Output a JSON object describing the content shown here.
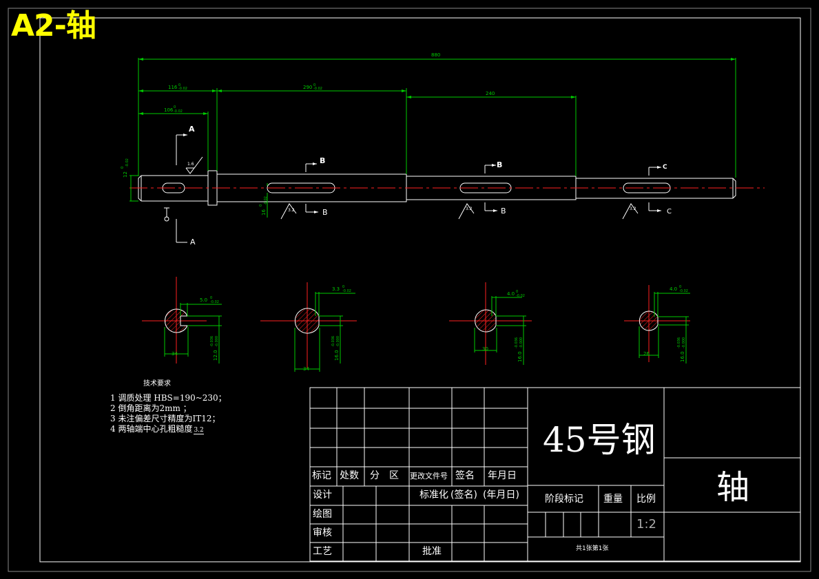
{
  "sheet_title": "A2-轴",
  "dims": {
    "overall": "880",
    "d116": "116",
    "d116_tol": "0",
    "d116_tol2": "-0.02",
    "d290": "290",
    "d290_tol": "0",
    "d290_tol2": "-0.02",
    "d240": "240",
    "d106": "106",
    "d106_tol": "0",
    "d106_tol2": "-0.02",
    "left_dia": "12",
    "left_dia_tol": "0",
    "left_dia_tol2": "-0.02",
    "mid_dia": "16",
    "mid_dia_tol": "0",
    "mid_dia_tol2": "-0.02",
    "rough_16": "1.6"
  },
  "section_labels": {
    "A_top": "A",
    "A_bottom": "A",
    "B1_top": "B",
    "B1_bottom": "B",
    "B2_top": "B",
    "B2_bottom": "B",
    "C_top": "C",
    "C_bottom": "C"
  },
  "roughness": {
    "r1": "3.2",
    "r2": "3.2",
    "r3": "3.2"
  },
  "sections": [
    {
      "width": "5.0",
      "width_tol": "0",
      "width_tol2": "-0.02",
      "depth": "12.0",
      "depth_tol": "-0.036",
      "depth_tol2": "-0.000",
      "dia": "34"
    },
    {
      "width": "3.3",
      "width_tol": "0",
      "width_tol2": "-0.02",
      "depth": "16.0",
      "depth_tol": "-0.036",
      "depth_tol2": "-0.000",
      "dia": "34"
    },
    {
      "width": "4.0",
      "width_tol": "0",
      "width_tol2": "-0.02",
      "depth": "16.0",
      "depth_tol": "-0.036",
      "depth_tol2": "-0.000",
      "dia": "30"
    },
    {
      "width": "4.0",
      "width_tol": "0",
      "width_tol2": "-0.02",
      "depth": "16.0",
      "depth_tol": "-0.036",
      "depth_tol2": "-0.000",
      "dia": "26"
    }
  ],
  "notes": {
    "heading": "技术要求",
    "items": [
      "1 调质处理 HBS=190~230；",
      "2 倒角距离为2mm ；",
      "3 未注偏差尺寸精度为IT12；",
      "4 两轴端中心孔粗糙度"
    ],
    "item4_roughness": "3.2"
  },
  "title_block": {
    "material": "45号钢",
    "part_name": "轴",
    "col_mark": "标记",
    "col_count": "处数",
    "col_zone": "分　区",
    "col_docno": "更改文件号",
    "col_sign": "签名",
    "col_date": "年月日",
    "row_design": "设计",
    "row_standard": "标准化",
    "row_sign2": "(签名)",
    "row_date2": "(年月日)",
    "row_draw": "绘图",
    "row_review": "审核",
    "row_process": "工艺",
    "row_approve": "批准",
    "stage_mark": "阶段标记",
    "weight": "重量",
    "scale_label": "比例",
    "scale": "1:2",
    "sheets": "共1张第1张"
  }
}
